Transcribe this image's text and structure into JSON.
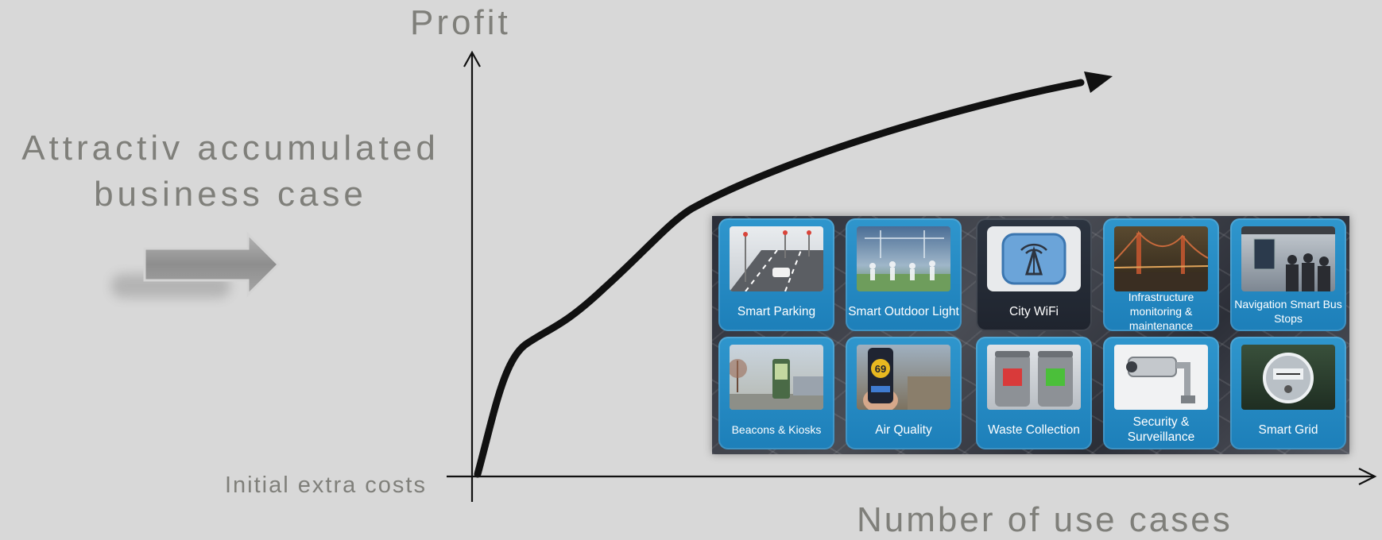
{
  "diagram": {
    "y_axis_label": "Profit",
    "x_axis_label": "Number of use cases",
    "origin_label": "Initial extra costs",
    "headline": "Attractiv accumulated business case"
  },
  "use_cases": [
    {
      "label": "Smart Parking",
      "icon": "parking-street-icon",
      "theme": "blue"
    },
    {
      "label": "Smart Outdoor Light",
      "icon": "outdoor-light-icon",
      "theme": "blue"
    },
    {
      "label": "City WiFi",
      "icon": "wifi-tower-icon",
      "theme": "dark"
    },
    {
      "label": "Infrastructure monitoring & maintenance",
      "icon": "bridge-icon",
      "theme": "blue"
    },
    {
      "label": "Navigation Smart Bus Stops",
      "icon": "bus-stop-icon",
      "theme": "blue"
    },
    {
      "label": "Beacons & Kiosks",
      "icon": "kiosk-icon",
      "theme": "blue"
    },
    {
      "label": "Air Quality",
      "icon": "air-sensor-icon",
      "theme": "blue",
      "reading": "69"
    },
    {
      "label": "Waste Collection",
      "icon": "waste-bins-icon",
      "theme": "blue"
    },
    {
      "label": "Security & Surveillance",
      "icon": "camera-icon",
      "theme": "blue"
    },
    {
      "label": "Smart Grid",
      "icon": "power-meter-icon",
      "theme": "blue"
    }
  ],
  "colors": {
    "background": "#d8d8d8",
    "text": "#7f7f7a",
    "curve": "#111111",
    "tile_blue": "#2189c3",
    "tile_dark": "#262c36"
  }
}
